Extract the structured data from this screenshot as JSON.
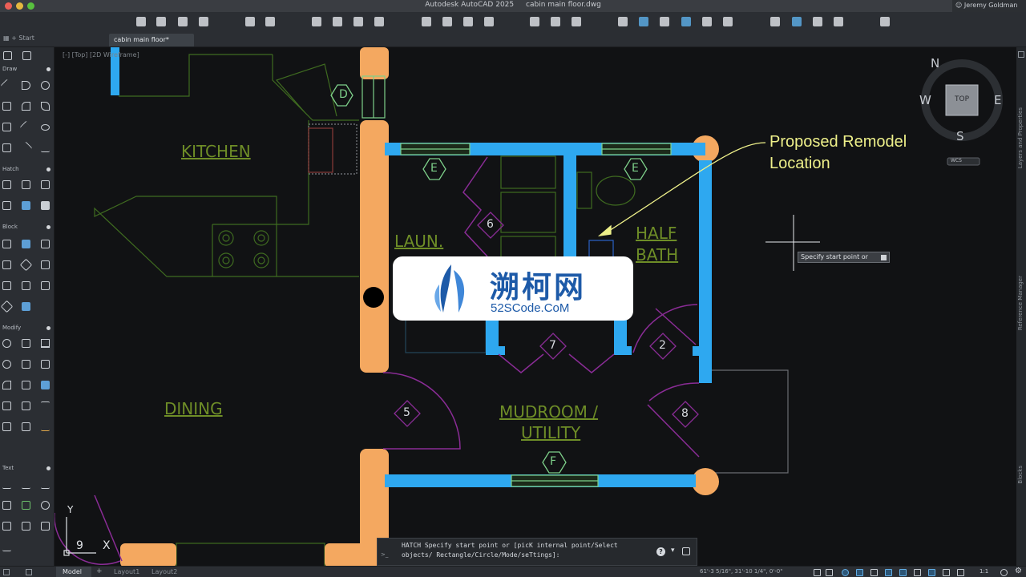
{
  "window": {
    "app_name": "Autodesk AutoCAD 2025",
    "file_name": "cabin main floor.dwg",
    "user": "Jeremy Goldman"
  },
  "tabs": {
    "start": "Start",
    "active_file": "cabin main floor*"
  },
  "viewport_label": "[-] [Top] [2D Wireframe]",
  "palette": {
    "sections": [
      "Draw",
      "Hatch",
      "Block",
      "Modify",
      "Text"
    ]
  },
  "drawing": {
    "room_labels": {
      "kitchen": "KITCHEN",
      "laundry": "LAUN.",
      "half_bath_1": "HALF",
      "half_bath_2": "BATH",
      "dining": "DINING",
      "mudroom_1": "MUDROOM /",
      "mudroom_2": "UTILITY"
    },
    "door_tags": [
      "6",
      "7",
      "2",
      "5",
      "8"
    ],
    "window_tags": [
      "D",
      "E",
      "E",
      "F"
    ],
    "annotation_1": "Proposed Remodel",
    "annotation_2": "Location",
    "cursor_tooltip": "Specify start point or",
    "ucs_y": "Y",
    "ucs_x": "X",
    "corner_tag": "9"
  },
  "viewcube": {
    "north": "N",
    "south": "S",
    "east": "E",
    "west": "W",
    "face": "TOP",
    "wcs": "WCS"
  },
  "right_dock_tabs": [
    "Layers and Properties",
    "Reference Manager",
    "Blocks"
  ],
  "command_line": {
    "text": "HATCH Specify start point or [picK internal point/Select objects/ Rectangle/Circle/Mode/seTtings]:",
    "prompt": ">_",
    "help": "?"
  },
  "statusbar": {
    "model": "Model",
    "plus": "+",
    "layouts": [
      "Layout1",
      "Layout2"
    ],
    "coords": "61'-3 5/16\", 31'-10 1/4\", 0'-0\"",
    "scale": "1:1"
  },
  "watermark": {
    "title": "溯柯网",
    "subtitle": "52SCode.CoM"
  },
  "colors": {
    "wall_new": "#2ea8f0",
    "wall_existing": "#f4a860",
    "room_label": "#6e8d27",
    "door_swing": "#8a2c96",
    "annotation": "#eef08a"
  }
}
